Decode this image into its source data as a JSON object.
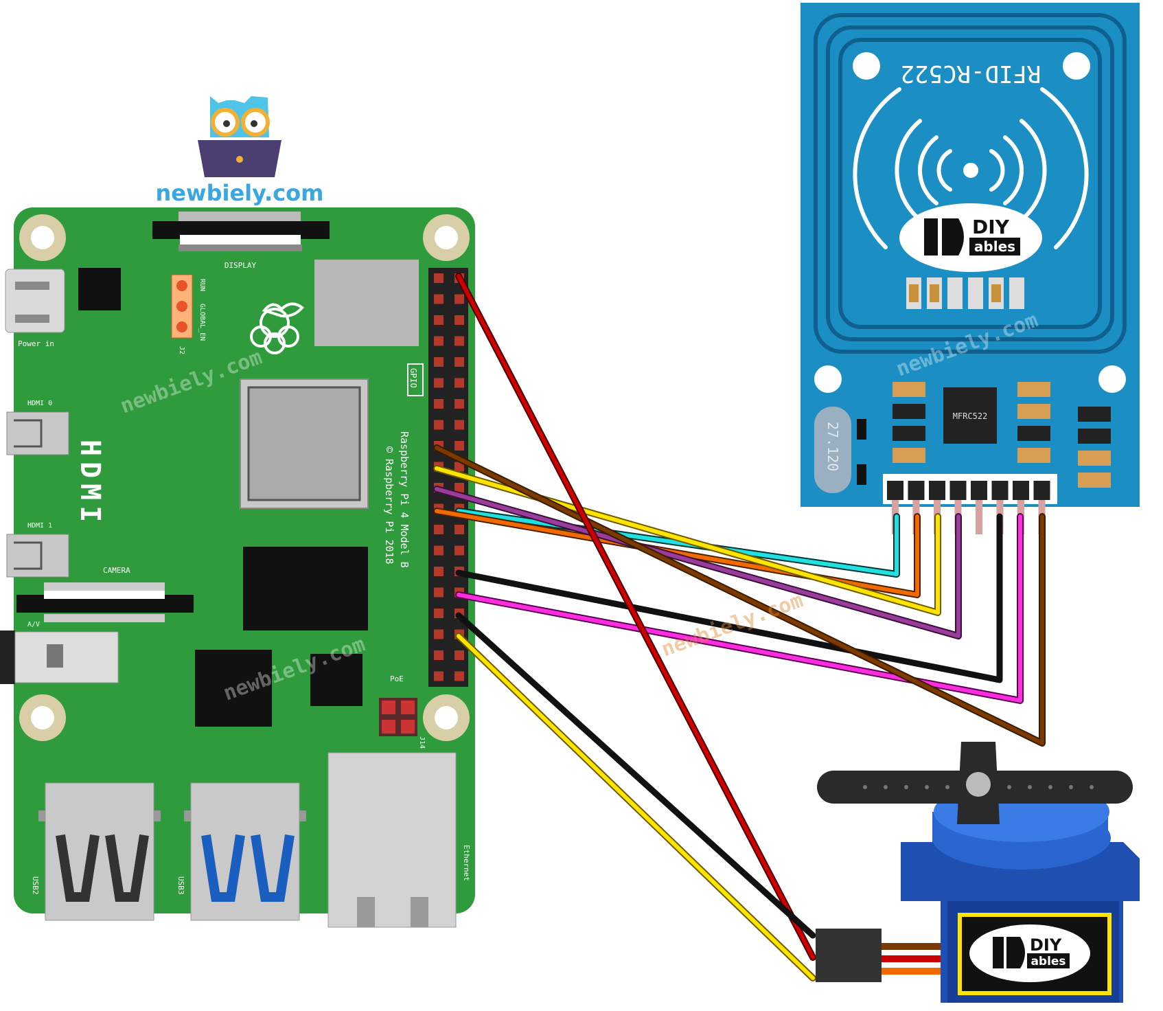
{
  "logo": {
    "site": "newbiely.com"
  },
  "pi": {
    "power_label": "Power in",
    "display_label": "DISPLAY",
    "run_label": "RUN",
    "global_en_label": "GLOBAL_EN",
    "j2_label": "J2",
    "hdmi0_label": "HDMI 0",
    "hdmi1_label": "HDMI 1",
    "hdmi_big": "HDMI",
    "camera_label": "CAMERA",
    "av_label": "A/V",
    "gpio_label": "GPIO",
    "model_line1": "Raspberry Pi 4 Model B",
    "model_line2": "© Raspberry Pi 2018",
    "poe_label": "PoE",
    "j14_label": "J14",
    "usb2_label": "USB2",
    "usb3_label": "USB3",
    "ethernet_label": "Ethernet"
  },
  "rfid": {
    "title": "RFID-RC522",
    "chip": "MFRC522",
    "crystal": "27.120",
    "brand_top": "DIY",
    "brand_bottom": "ables"
  },
  "servo": {
    "brand_top": "DIY",
    "brand_bottom": "ables"
  },
  "watermark": "newbiely.com",
  "colors": {
    "board_green": "#2f9b3c",
    "rfid_blue": "#1b8fc4",
    "servo_blue": "#1f4fb0",
    "wire_red": "#cc0000",
    "wire_black": "#111111",
    "wire_yellow": "#ffe400",
    "wire_brown": "#7a3a00",
    "wire_cyan": "#22e0e0",
    "wire_orange": "#f06a00",
    "wire_purple": "#9a3d9a",
    "wire_magenta": "#ff2de0"
  }
}
